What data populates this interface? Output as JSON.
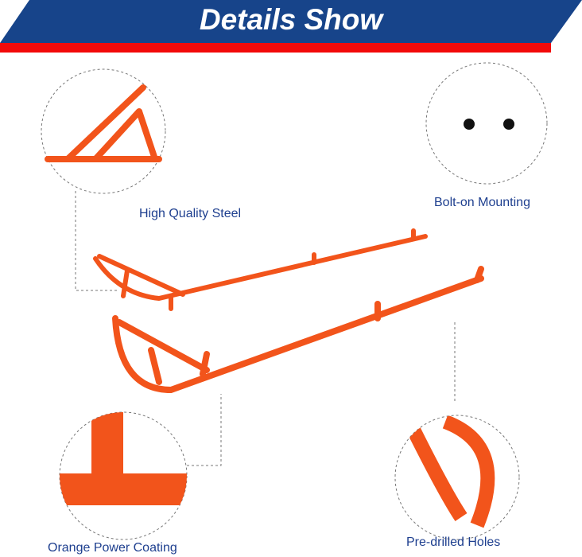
{
  "header": {
    "title": "Details Show"
  },
  "features": [
    {
      "label": "High Quality Steel"
    },
    {
      "label": "Bolt-on Mounting"
    },
    {
      "label": "Orange Power Coating"
    },
    {
      "label": "Pre-drilled Holes"
    }
  ],
  "colors": {
    "banner_blue": "#17448a",
    "banner_red": "#f20a0a",
    "product_orange": "#f2541b",
    "label_blue": "#1e3f8f"
  }
}
